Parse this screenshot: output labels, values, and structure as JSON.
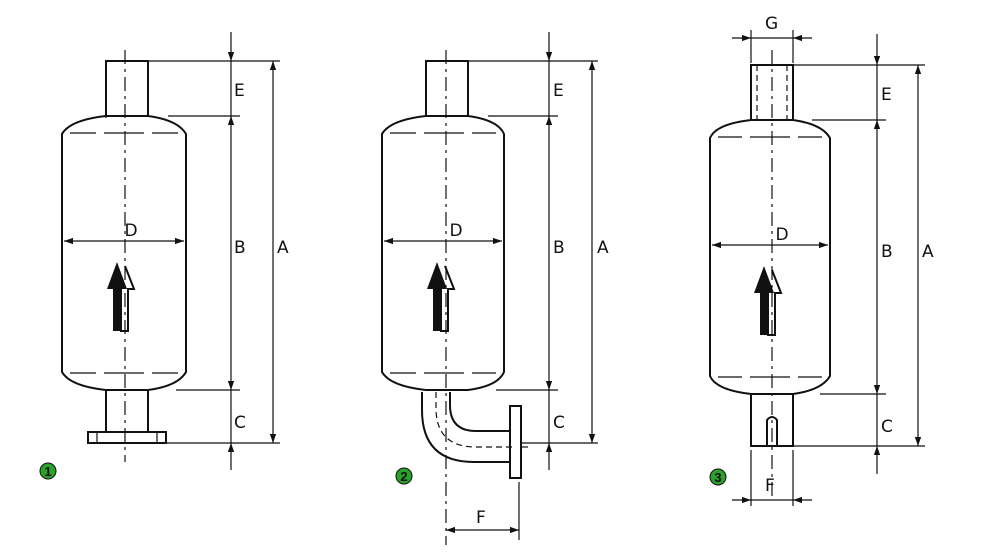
{
  "diagram": {
    "dimension_labels": {
      "A": "A",
      "B": "B",
      "C": "C",
      "D": "D",
      "E": "E",
      "F": "F",
      "G": "G"
    },
    "variants": [
      {
        "badge": "1"
      },
      {
        "badge": "2"
      },
      {
        "badge": "3"
      }
    ],
    "colors": {
      "line": "#111111",
      "badge_fill": "#2aa12a",
      "background": "#ffffff"
    }
  }
}
